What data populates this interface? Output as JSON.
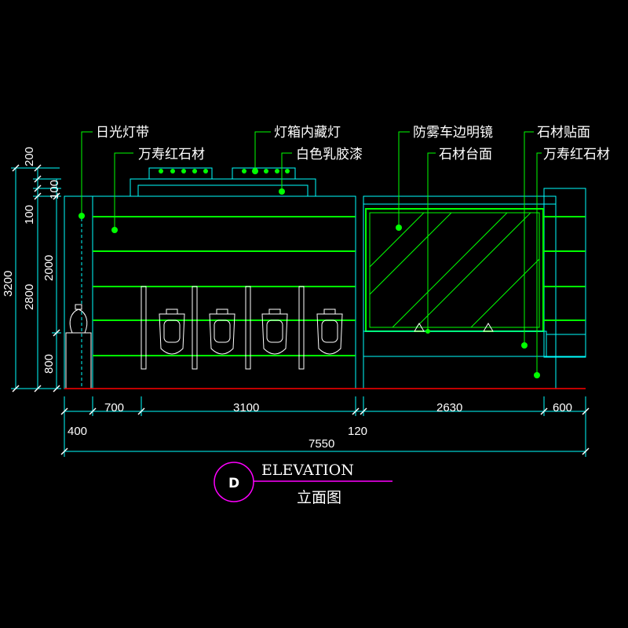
{
  "labels": {
    "daylight_strip": "日光灯带",
    "wanshou_red_stone_left": "万寿红石材",
    "lightbox_hidden_light": "灯箱内藏灯",
    "white_latex_paint": "白色乳胶漆",
    "antifog_beveled_mirror": "防雾车边明镜",
    "stone_countertop": "石材台面",
    "stone_facing": "石材贴面",
    "wanshou_red_stone_right": "万寿红石材"
  },
  "dimensions_horizontal": {
    "d700": "700",
    "d3100": "3100",
    "d2630": "2630",
    "d600": "600",
    "d400": "400",
    "d120": "120",
    "total": "7550"
  },
  "dimensions_vertical": {
    "d200": "200",
    "d100_top": "100",
    "d100": "100",
    "d2000": "2000",
    "d800": "800",
    "d2800": "2800",
    "d3200": "3200"
  },
  "title": {
    "tag": "D",
    "english": "ELEVATION",
    "chinese": "立面图"
  },
  "colors": {
    "background": "#000000",
    "wall_lines": "#00ff00",
    "outline": "#00ffff",
    "text": "#ffffff",
    "floor_line": "#ff0000",
    "title_circle": "#ff00ff",
    "leader_dots": "#00ff00"
  }
}
